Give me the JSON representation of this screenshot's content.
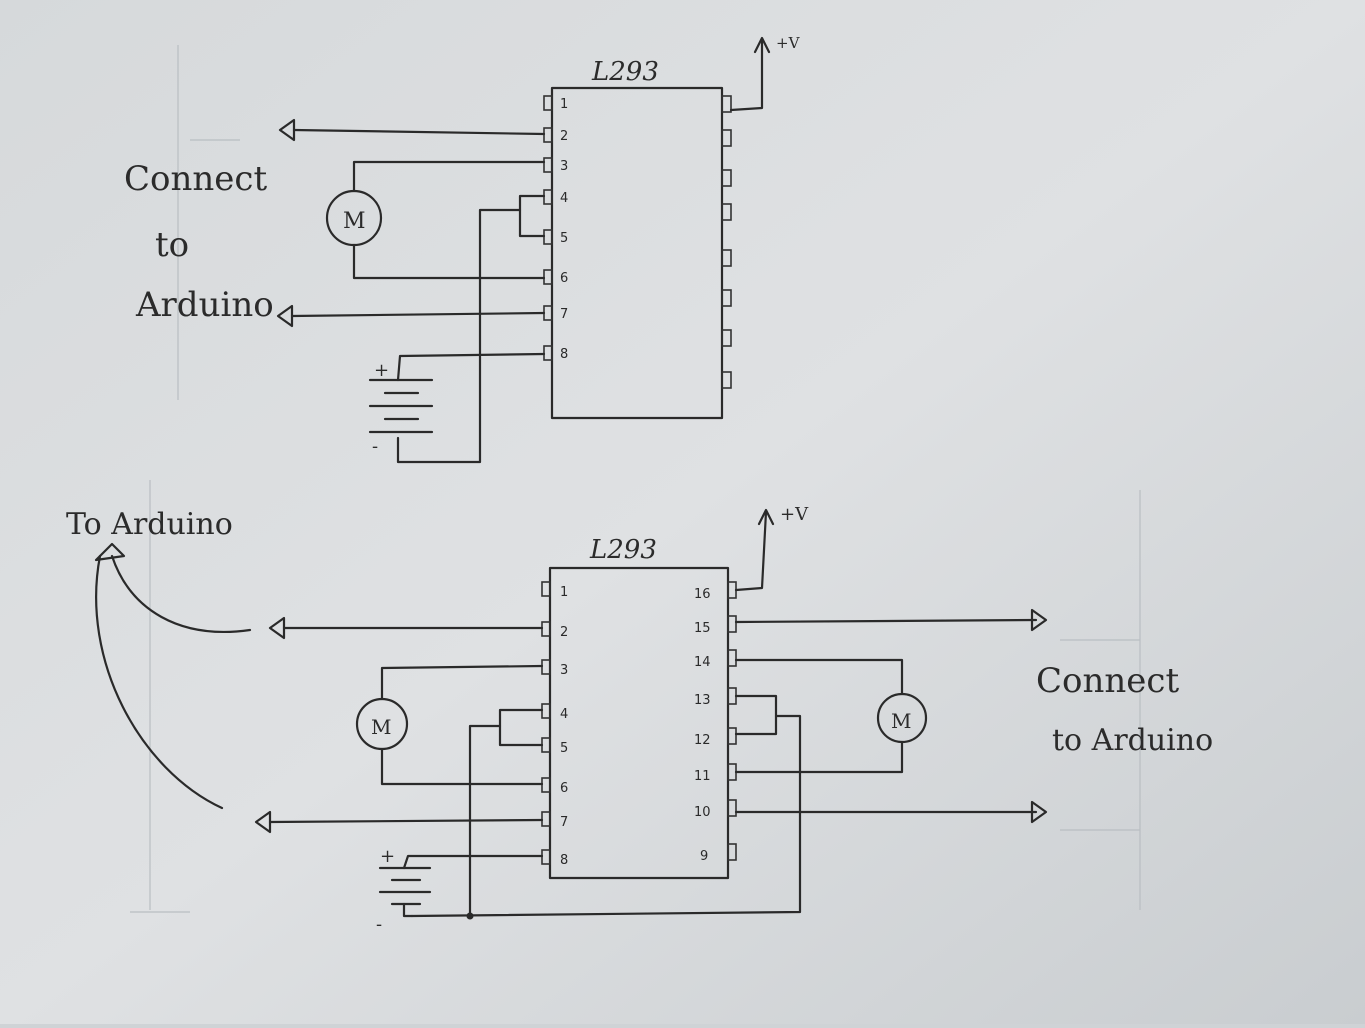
{
  "diagram": {
    "top": {
      "chip_label": "L293",
      "supply_label": "+V",
      "side_note": [
        "Connect",
        "to",
        "Arduino"
      ],
      "left_pins": [
        "1",
        "2",
        "3",
        "4",
        "5",
        "6",
        "7",
        "8"
      ],
      "motor_label": "M",
      "battery_plus": "+",
      "battery_minus": "-"
    },
    "bottom": {
      "chip_label": "L293",
      "supply_label": "+V",
      "left_note": "To Arduino",
      "right_note": [
        "Connect",
        "to Arduino"
      ],
      "left_pins": [
        "1",
        "2",
        "3",
        "4",
        "5",
        "6",
        "7",
        "8"
      ],
      "right_pins": [
        "16",
        "15",
        "14",
        "13",
        "12",
        "11",
        "10",
        "9"
      ],
      "motor_left_label": "M",
      "motor_right_label": "M",
      "battery_plus": "+",
      "battery_minus": "-"
    }
  }
}
